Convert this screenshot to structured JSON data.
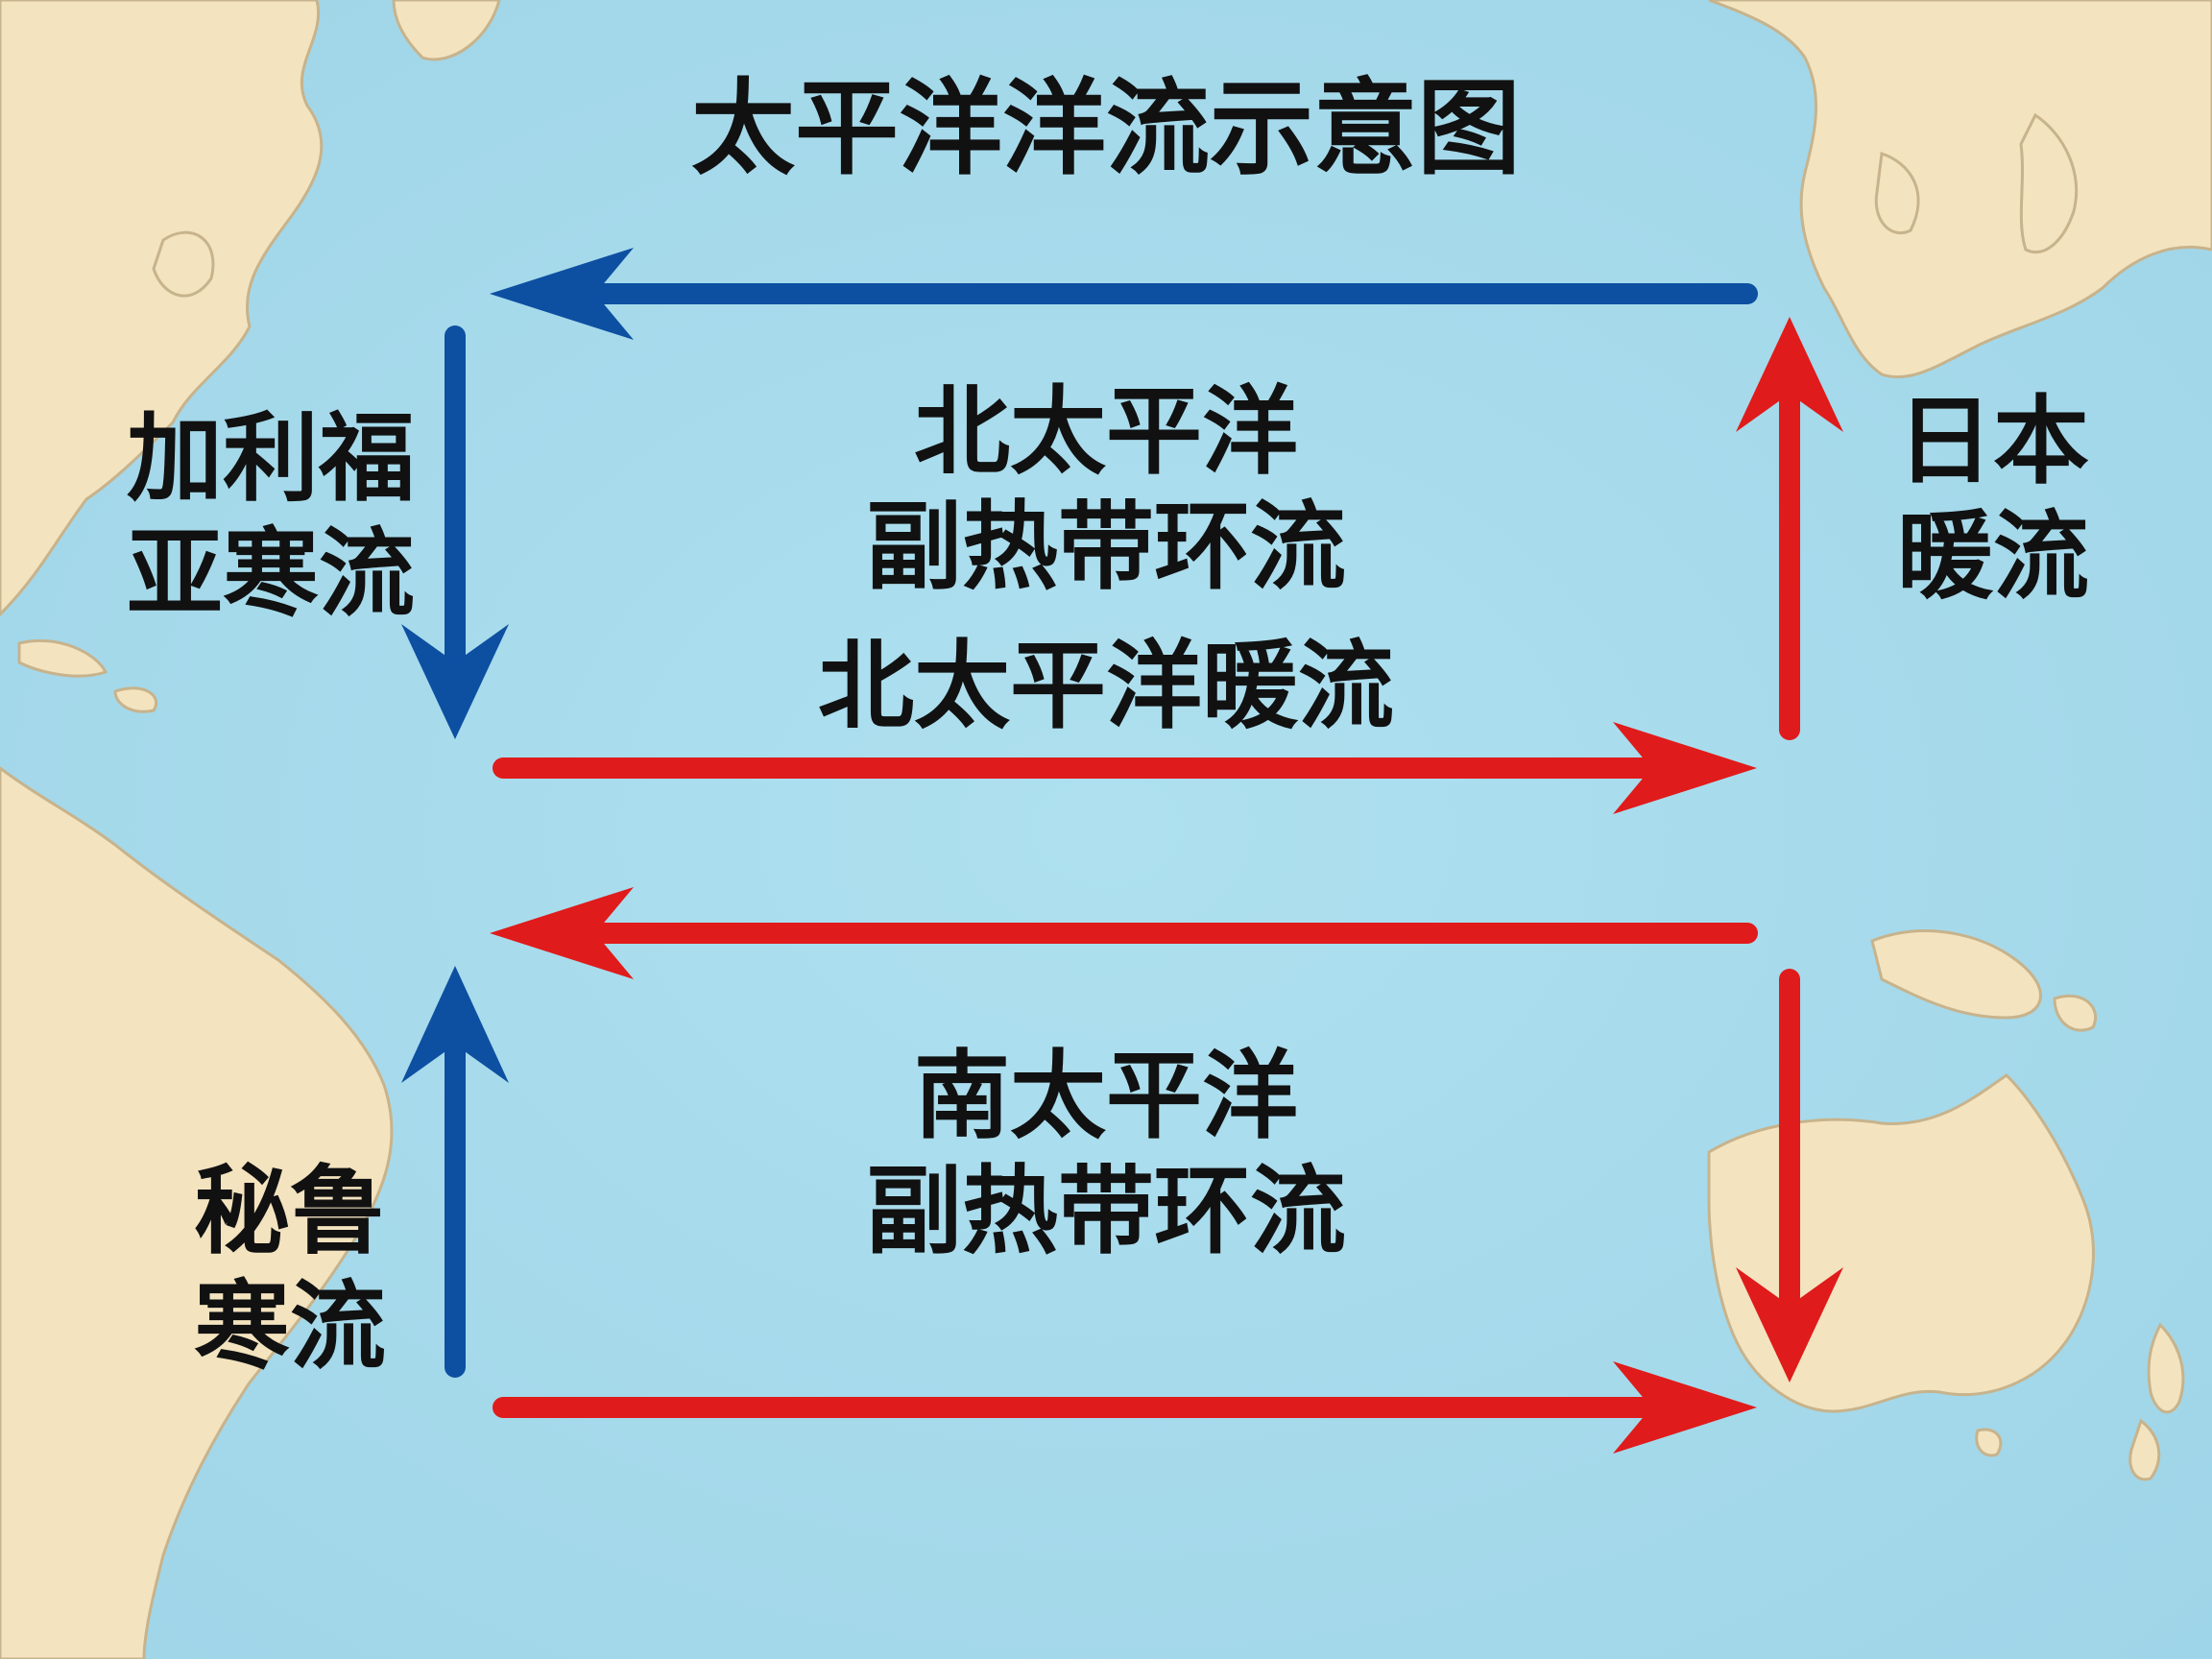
{
  "title": "太平洋洋流示意图",
  "colors": {
    "ocean": "#a6daea",
    "land": "#f3e3bf",
    "coastline": "#c7b38c",
    "cold_current": "#0d4fa1",
    "warm_current": "#e01b1b",
    "text": "#111111"
  },
  "labels": {
    "north_gyre": [
      "北太平洋",
      "副热带环流"
    ],
    "north_pacific_current": "北太平洋暖流",
    "california_current": [
      "加利福",
      "亚寒流"
    ],
    "kuroshio_current": [
      "日本",
      "暖流"
    ],
    "south_gyre": [
      "南太平洋",
      "副热带环流"
    ],
    "peru_current": [
      "秘鲁",
      "寒流"
    ]
  },
  "currents": [
    {
      "name": "北太平洋暖流",
      "direction": "west-to-east",
      "type": "warm"
    },
    {
      "name": "加利福亚寒流",
      "direction": "north-to-south",
      "type": "cold"
    },
    {
      "name": "日本暖流",
      "direction": "south-to-north",
      "type": "warm"
    },
    {
      "name": "north-arm",
      "direction": "east-to-west",
      "type": "cold"
    },
    {
      "name": "south-equatorial",
      "direction": "east-to-west",
      "type": "warm"
    },
    {
      "name": "south-west-arm",
      "direction": "north-to-south",
      "type": "warm"
    },
    {
      "name": "秘鲁寒流",
      "direction": "south-to-north",
      "type": "cold"
    },
    {
      "name": "south-arm",
      "direction": "west-to-east",
      "type": "warm"
    }
  ]
}
